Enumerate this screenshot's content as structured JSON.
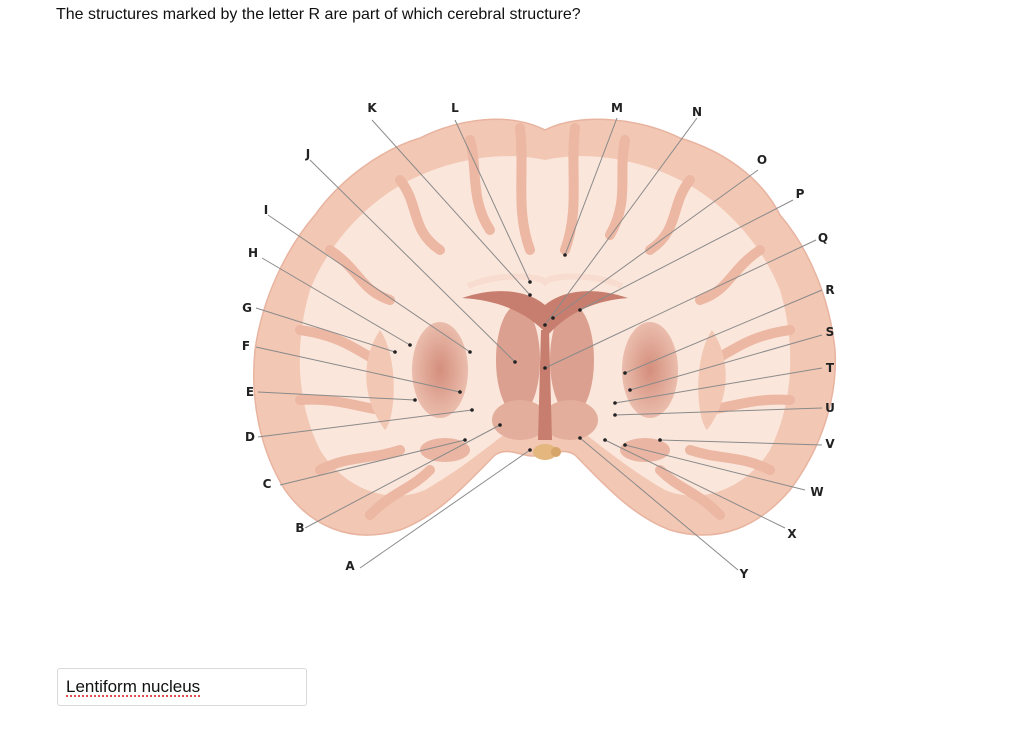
{
  "question": {
    "text": "The structures marked by the letter R are part of which cerebral structure?"
  },
  "figure": {
    "labels": [
      "A",
      "B",
      "C",
      "D",
      "E",
      "F",
      "G",
      "H",
      "I",
      "J",
      "K",
      "L",
      "M",
      "N",
      "O",
      "P",
      "Q",
      "R",
      "S",
      "T",
      "U",
      "V",
      "W",
      "X",
      "Y"
    ]
  },
  "answer": {
    "value": "Lentiform nucleus"
  },
  "colors": {
    "cortex": "#f2c7b4",
    "white_matter": "#fbe6db",
    "deep_nuclei": "#dba08f",
    "ventricle": "#c77e6e",
    "leader_line": "#8a8a8a",
    "answer_underline": "#dd3333"
  }
}
